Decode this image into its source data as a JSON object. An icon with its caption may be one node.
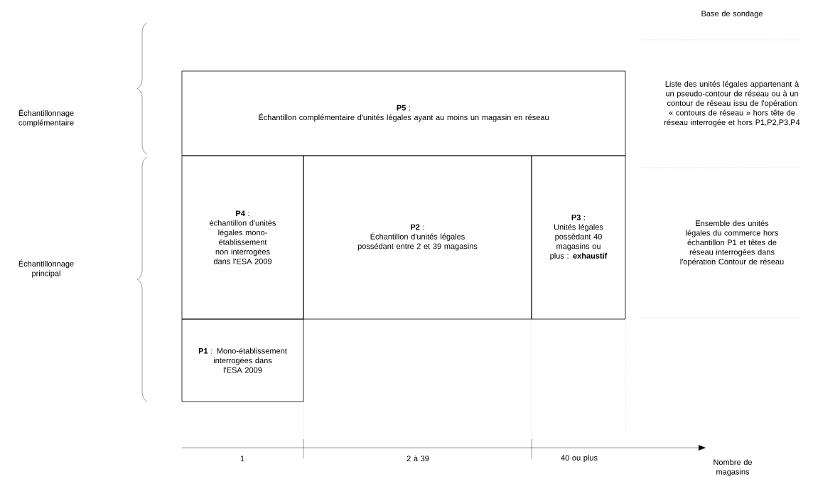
{
  "diagram": {
    "nodes": [
      {
        "text": [
          "**P5** :",
          "Échantillon complémentaire d'unités légales ayant au moins un magasin en réseau"
        ]
      },
      {
        "text": [
          "**P4** :",
          "échantillon d'unités légales mono-établissement non interrogées dans l'ESA 2009"
        ]
      },
      {
        "text": [
          "**P2** :",
          "Échantillon d'unités légales possédant entre 2 et 39 magasins"
        ]
      },
      {
        "text": [
          "**P3** :",
          "Unités légales possédant 40 magasins ou plus : **exhaustif**"
        ]
      },
      {
        "text": [
          "**P1** : Mono-établissement interrogées dans l'ESA 2009"
        ]
      }
    ],
    "labels": [
      "Base de sondage",
      "Échantillonnage complémentaire",
      "Liste des unités légales appartenant à un pseudo-contour de réseau ou à un contour de réseau issu de l'opération « contours de réseau » hors tête de réseau interrogée et hors P1,P2,P3,P4",
      "Ensemble des unités légales du commerce hors échantillon P1 et têtes de réseau interrogées dans l'opération Contour de réseau",
      "Échantillonnage principal",
      "1",
      "2 à 39",
      "40 ou plus",
      "Nombre de magasins"
    ]
  }
}
